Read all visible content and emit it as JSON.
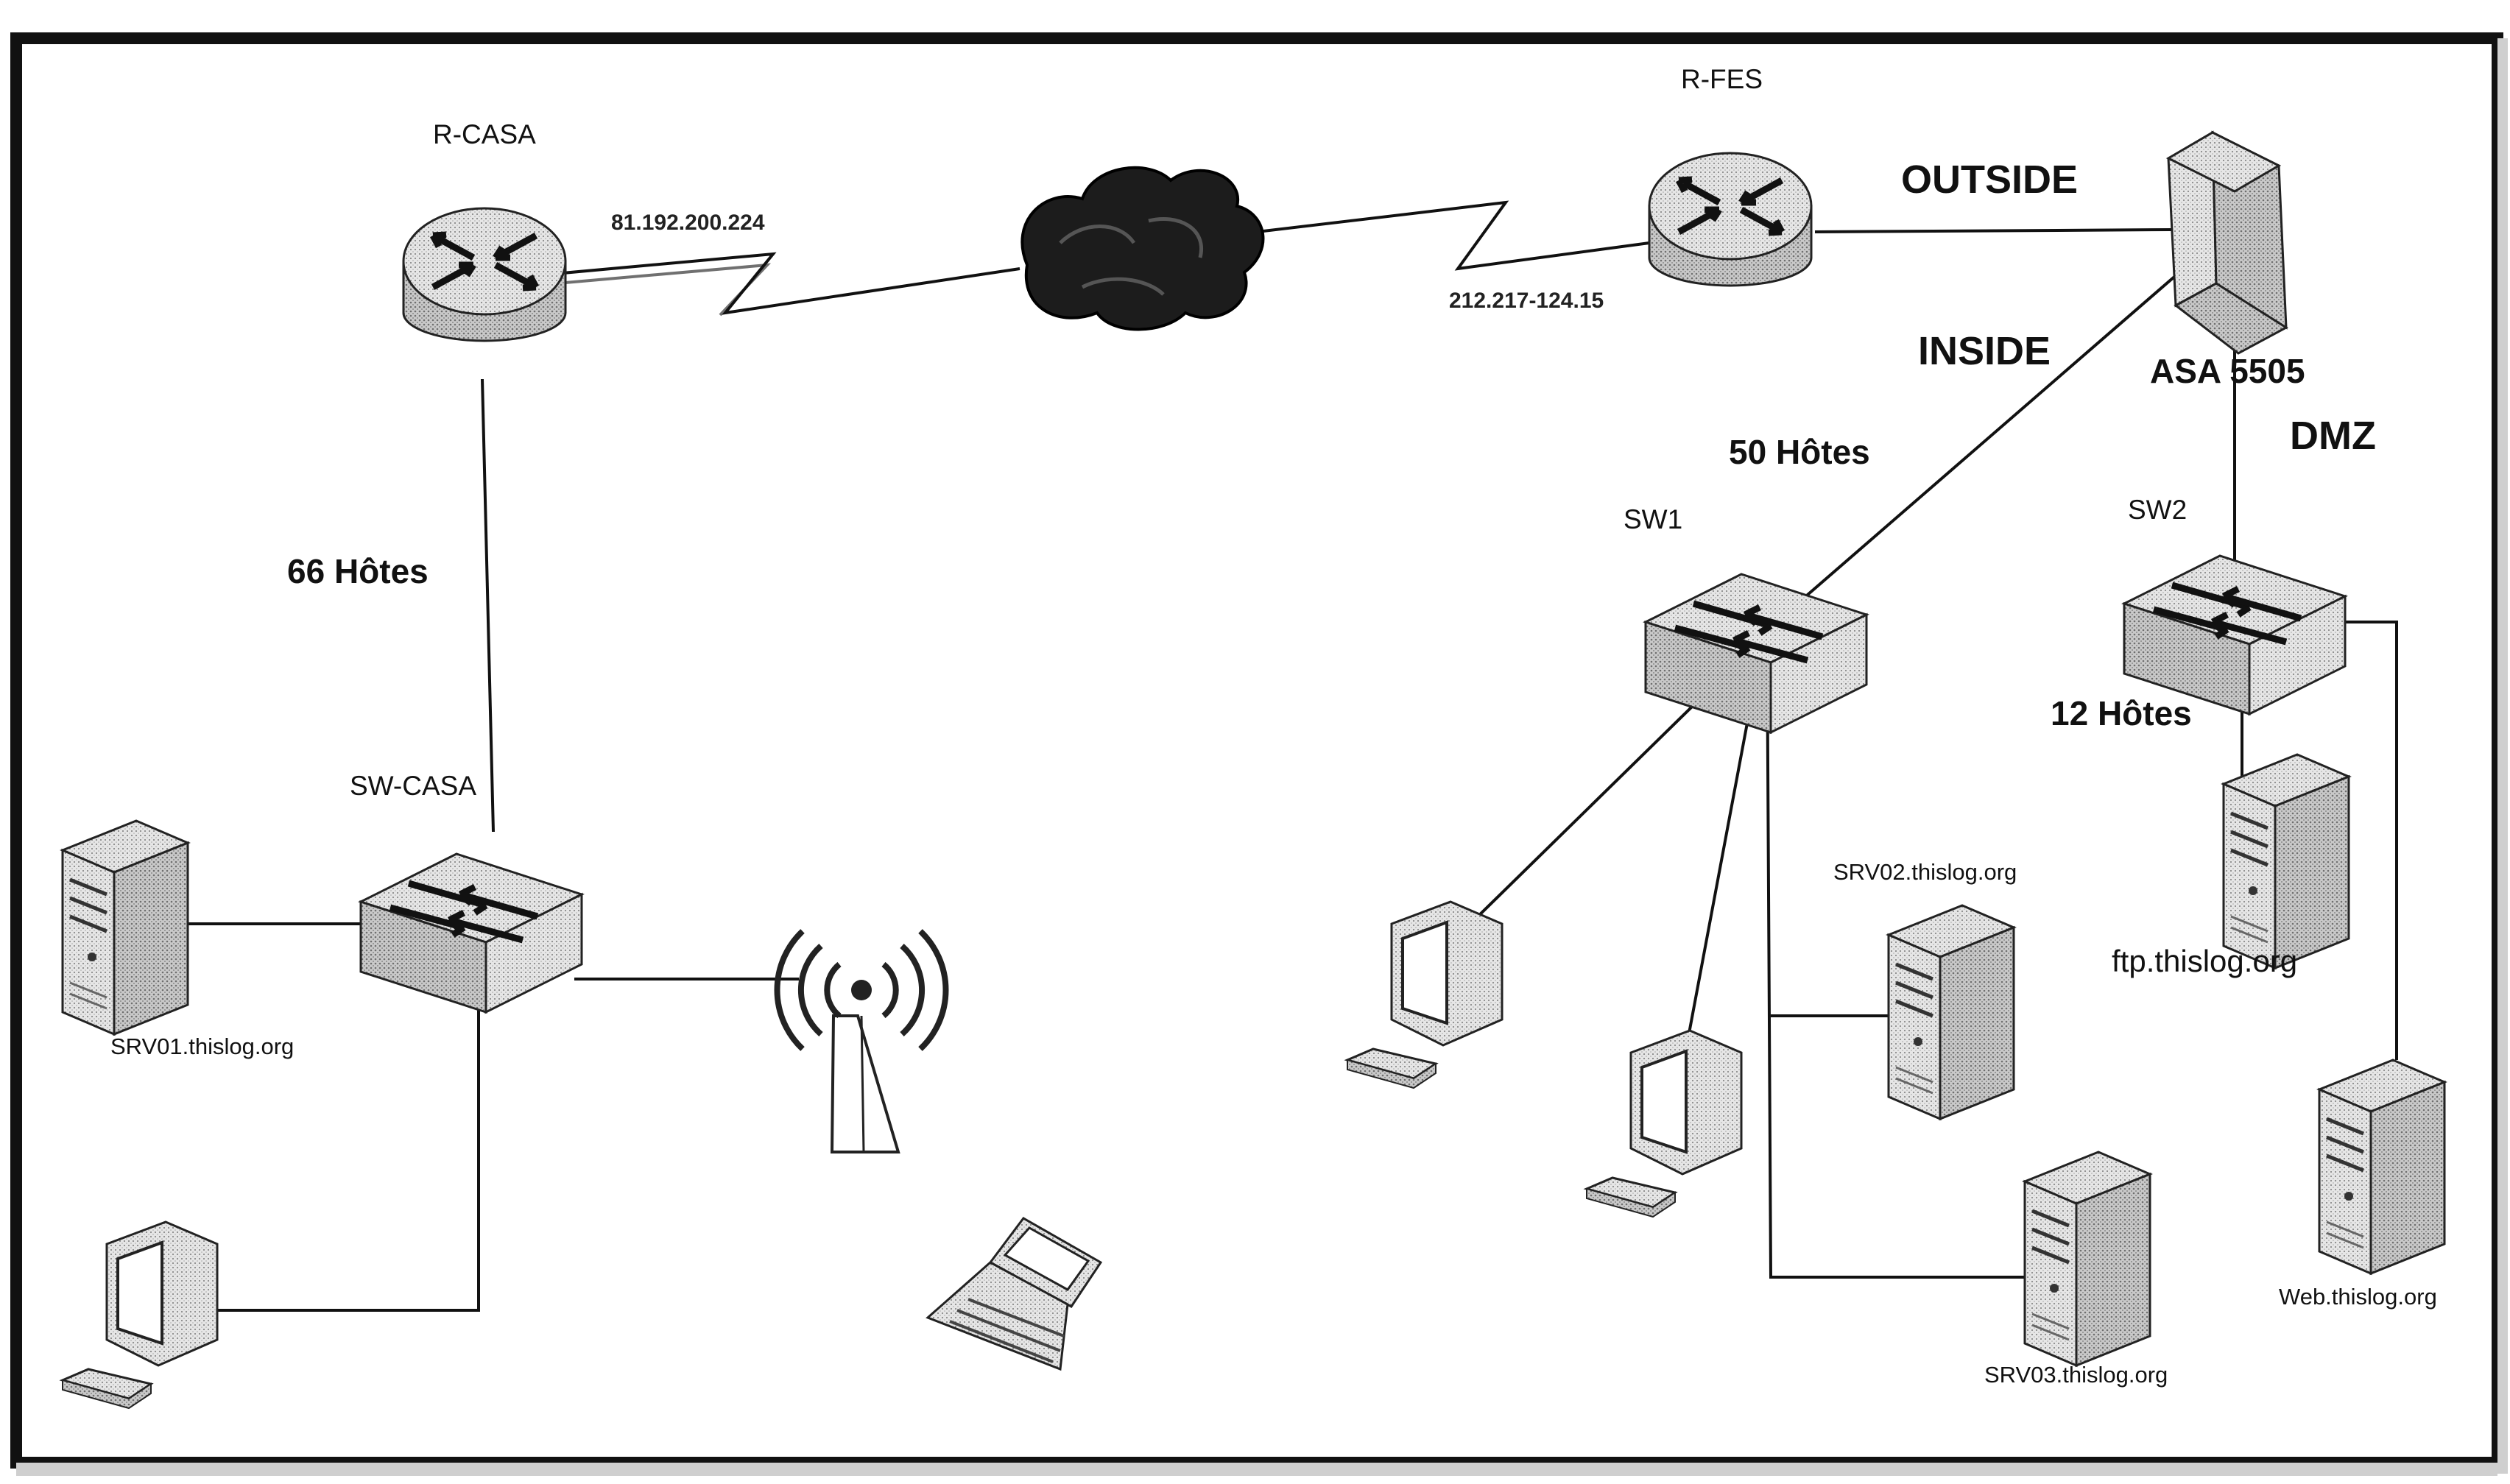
{
  "routers": {
    "r_casa": "R-CASA",
    "r_fes": "R-FES"
  },
  "firewall": {
    "label": "ASA 5505"
  },
  "switches": {
    "sw_casa": "SW-CASA",
    "sw1": "SW1",
    "sw2": "SW2"
  },
  "links": {
    "ip_casa": "81.192.200.224",
    "ip_fes": "212.217-124.15"
  },
  "zones": {
    "outside": "OUTSIDE",
    "inside": "INSIDE",
    "dmz": "DMZ"
  },
  "host_counts": {
    "casa": "66 Hôtes",
    "inside": "50 Hôtes",
    "dmz": "12 Hôtes"
  },
  "servers": {
    "srv01": "SRV01.thislog.org",
    "srv02": "SRV02.thislog.org",
    "srv03": "SRV03.thislog.org",
    "ftp": "ftp.thislog.org",
    "web": "Web.thislog.org"
  }
}
